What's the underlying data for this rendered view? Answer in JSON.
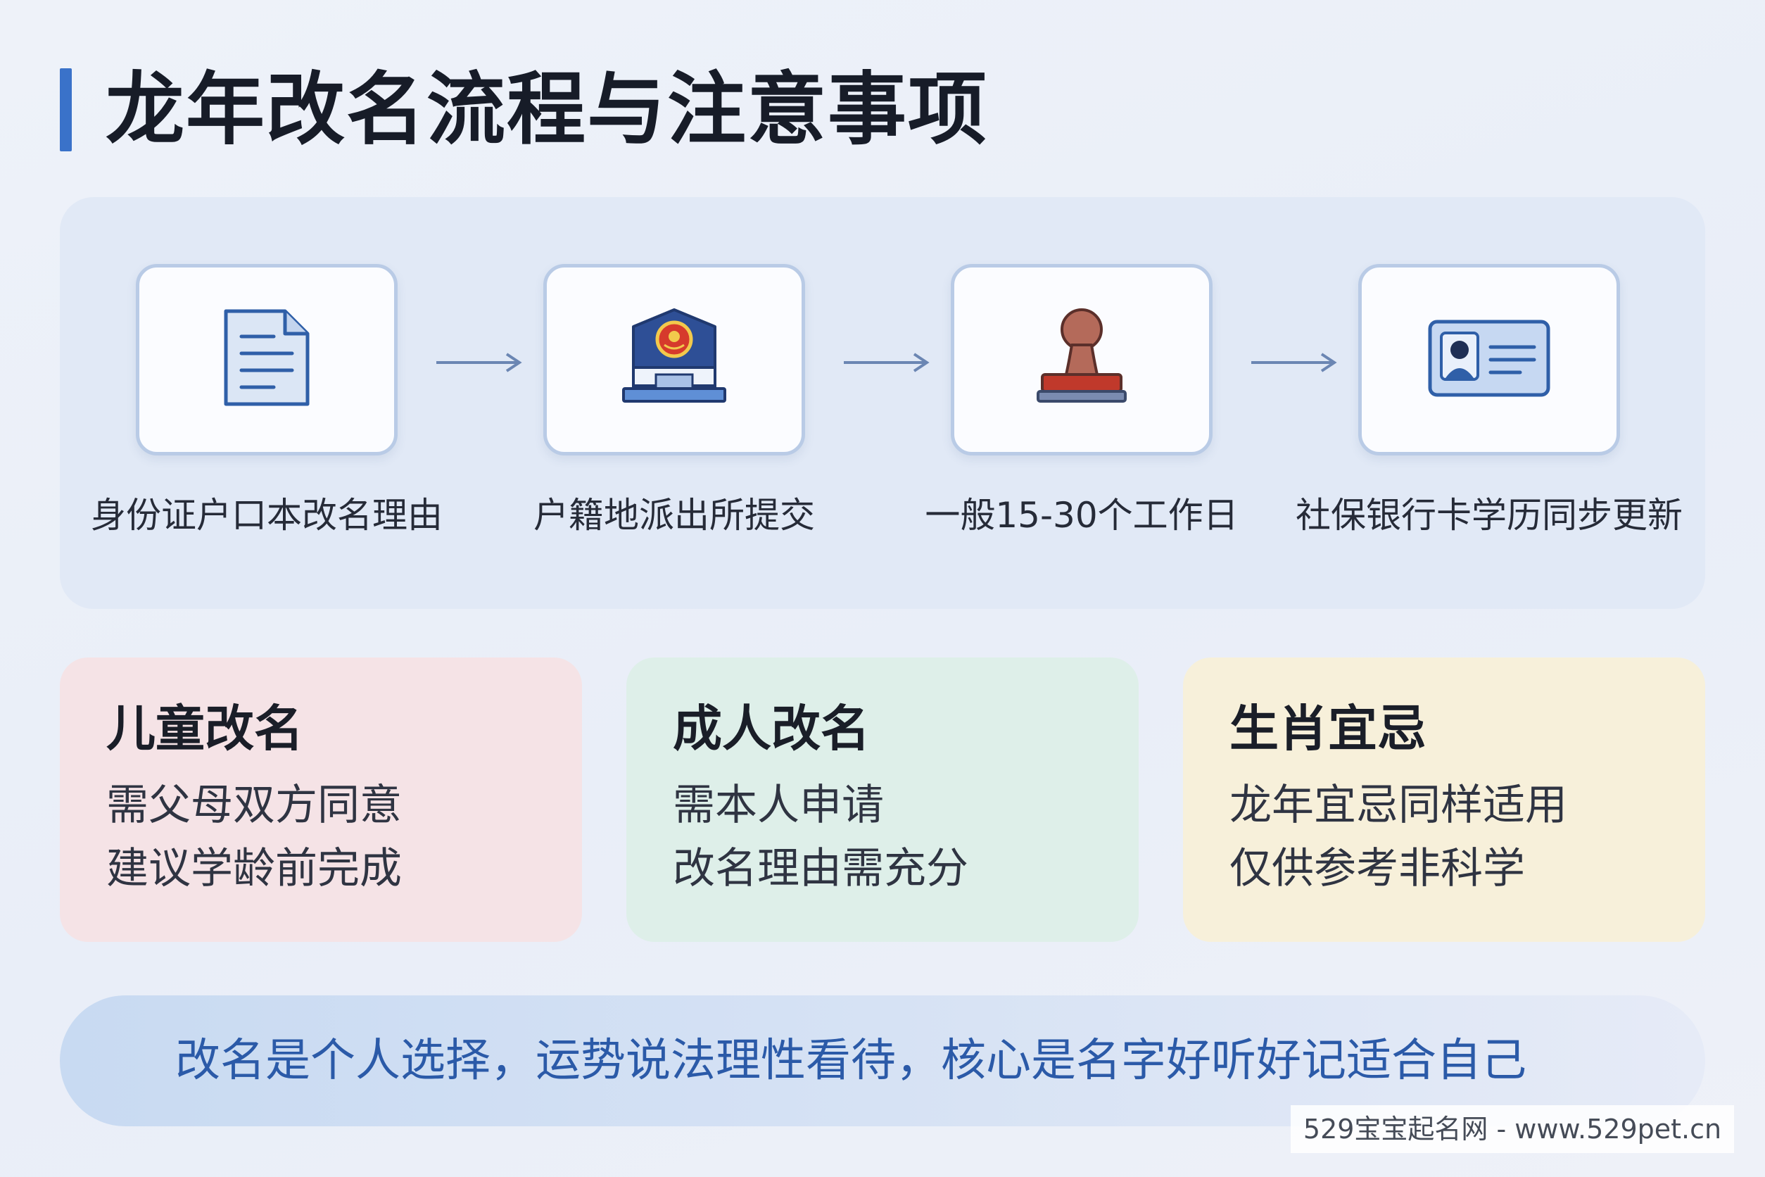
{
  "page": {
    "title": "龙年改名流程与注意事项"
  },
  "process": {
    "steps": [
      {
        "icon": "document-icon",
        "label": "身份证户口本改名理由"
      },
      {
        "icon": "police-station-icon",
        "label": "户籍地派出所提交"
      },
      {
        "icon": "stamp-icon",
        "label": "一般15-30个工作日"
      },
      {
        "icon": "id-card-icon",
        "label": "社保银行卡学历同步更新"
      }
    ]
  },
  "cards": [
    {
      "title": "儿童改名",
      "lines": [
        "需父母双方同意",
        "建议学龄前完成"
      ],
      "color": "#f5e3e6"
    },
    {
      "title": "成人改名",
      "lines": [
        "需本人申请",
        "改名理由需充分"
      ],
      "color": "#deefe9"
    },
    {
      "title": "生肖宜忌",
      "lines": [
        "龙年宜忌同样适用",
        "仅供参考非科学"
      ],
      "color": "#f7f0da"
    }
  ],
  "note": {
    "text": "改名是个人选择，运势说法理性看待，核心是名字好听好记适合自己"
  },
  "watermark": {
    "text": "529宝宝起名网 - www.529pet.cn"
  },
  "colors": {
    "accent": "#3a72c9",
    "note_text": "#2b5aa8",
    "panel": "#e1e9f6"
  }
}
